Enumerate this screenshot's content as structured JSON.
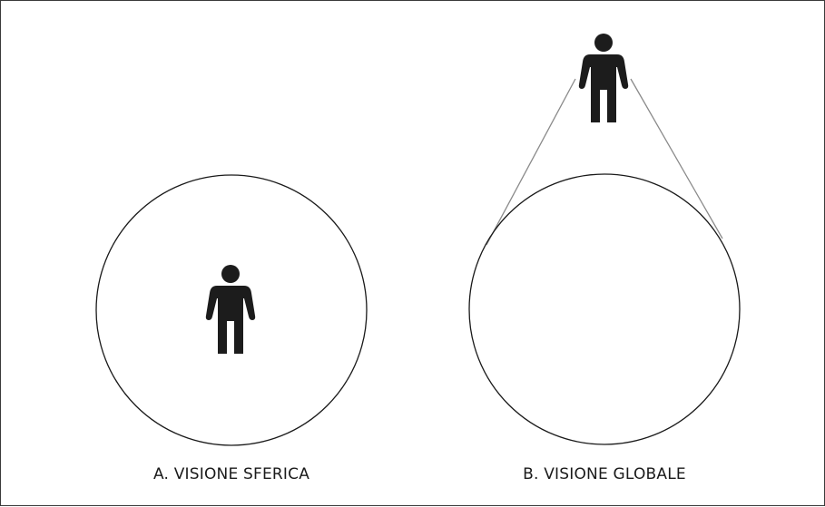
{
  "diagram": {
    "panels": [
      {
        "id": "a",
        "caption": "A. VISIONE SFERICA",
        "observer_position": "inside-sphere-center"
      },
      {
        "id": "b",
        "caption": "B. VISIONE GLOBALE",
        "observer_position": "outside-above-sphere"
      }
    ],
    "colors": {
      "outline": "#1a1a1a",
      "figure": "#1c1c1c",
      "sight_lines": "#8a8a8a",
      "frame": "#3a3a3a"
    },
    "icons": [
      "person-icon"
    ]
  }
}
